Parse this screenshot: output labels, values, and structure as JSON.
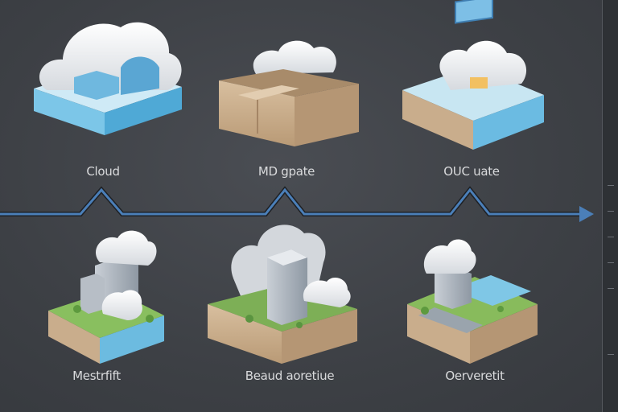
{
  "top_row": {
    "item1_label": "Cloud",
    "item2_label": "MD gpate",
    "item3_label": "OUC uate"
  },
  "bottom_row": {
    "item1_label": "Mestrfift",
    "item2_label": "Beaud aoretiue",
    "item3_label": "Oerveretit"
  },
  "colors": {
    "background": "#3f4247",
    "timeline": "#4b7fb8",
    "box": "#c9ad8c",
    "sky": "#8fd0ec",
    "cloud": "#f1f3f5",
    "grass": "#7fb25b"
  }
}
